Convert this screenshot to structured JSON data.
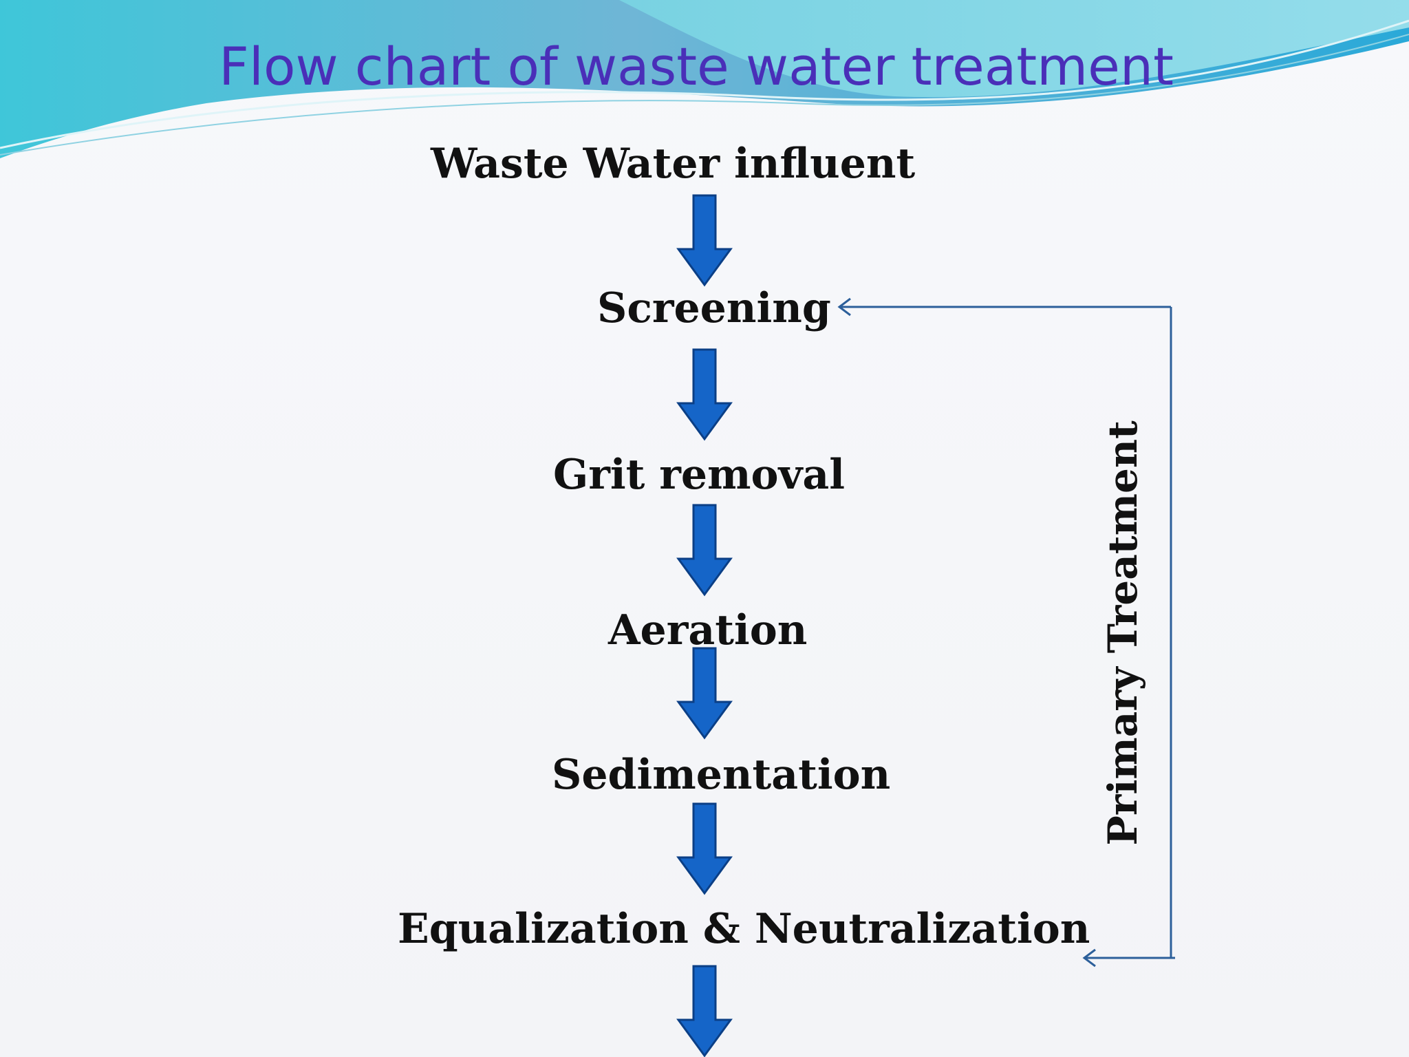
{
  "slide": {
    "title": "Flow chart of waste water treatment"
  },
  "flow": {
    "steps": [
      "Waste Water influent",
      "Screening",
      "Grit removal",
      "Aeration",
      "Sedimentation",
      "Equalization & Neutralization"
    ],
    "bracket_label": "Primary Treatment"
  },
  "colors": {
    "title": "#4a2fb8",
    "arrow_fill": "#1565c8",
    "arrow_stroke": "#0b3f86",
    "bracket_line": "#2c5f9a"
  }
}
